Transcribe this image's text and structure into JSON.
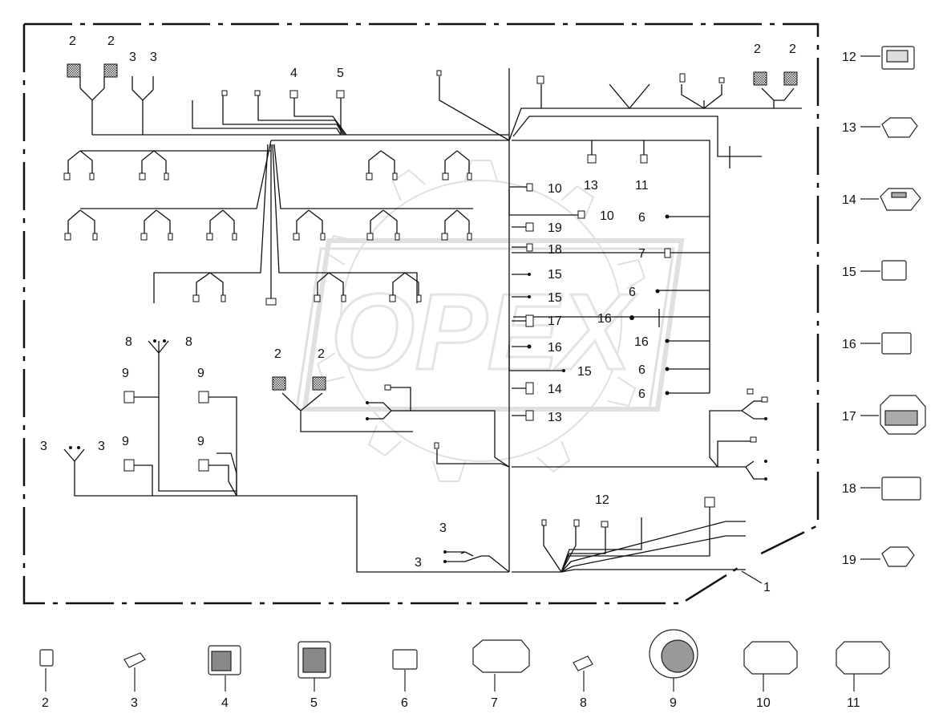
{
  "watermark": {
    "text": "OPEX",
    "color": "#d0d0d0"
  },
  "harness": {
    "label": "1"
  },
  "colors": {
    "line": "#111111",
    "part": "#333333",
    "hatch": "#555555"
  },
  "callouts": {
    "c2": "2",
    "c3": "3",
    "c4": "4",
    "c5": "5",
    "c6": "6",
    "c7": "7",
    "c8": "8",
    "c9": "9",
    "c10": "10",
    "c11": "11",
    "c12": "12",
    "c13": "13",
    "c14": "14",
    "c15": "15",
    "c16": "16",
    "c17": "17",
    "c18": "18",
    "c19": "19"
  },
  "right_parts": [
    "12",
    "13",
    "14",
    "15",
    "16",
    "17",
    "18",
    "19"
  ],
  "bottom_parts": [
    "2",
    "3",
    "4",
    "5",
    "6",
    "7",
    "8",
    "9",
    "10",
    "11"
  ]
}
